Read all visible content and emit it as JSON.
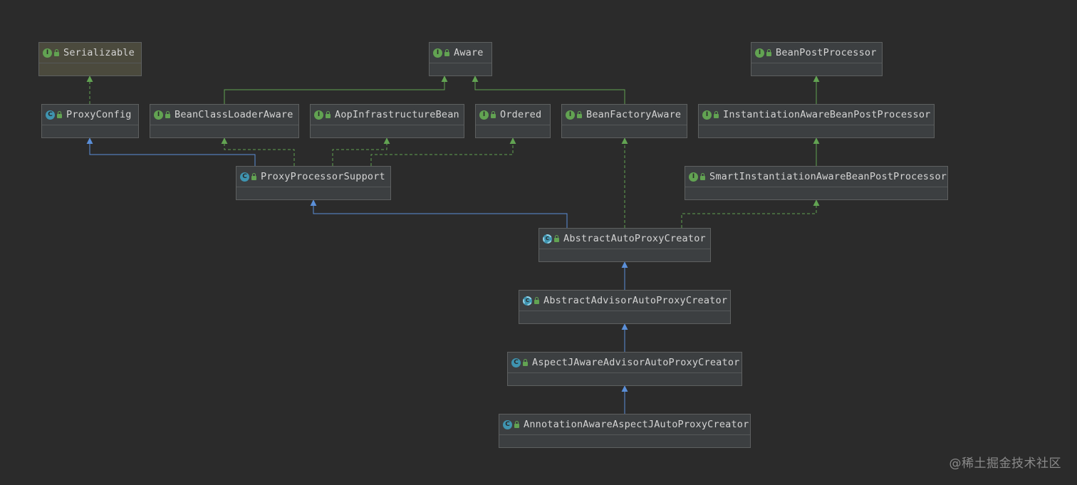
{
  "nodes": {
    "serializable": {
      "name": "Serializable",
      "kind": "interface"
    },
    "aware": {
      "name": "Aware",
      "kind": "interface"
    },
    "bean_post_processor": {
      "name": "BeanPostProcessor",
      "kind": "interface"
    },
    "proxy_config": {
      "name": "ProxyConfig",
      "kind": "class"
    },
    "bean_class_loader_aware": {
      "name": "BeanClassLoaderAware",
      "kind": "interface"
    },
    "aop_infrastructure_bean": {
      "name": "AopInfrastructureBean",
      "kind": "interface"
    },
    "ordered": {
      "name": "Ordered",
      "kind": "interface"
    },
    "bean_factory_aware": {
      "name": "BeanFactoryAware",
      "kind": "interface"
    },
    "instantiation_aware_bpp": {
      "name": "InstantiationAwareBeanPostProcessor",
      "kind": "interface"
    },
    "proxy_processor_support": {
      "name": "ProxyProcessorSupport",
      "kind": "class"
    },
    "smart_instantiation_aware_bpp": {
      "name": "SmartInstantiationAwareBeanPostProcessor",
      "kind": "interface"
    },
    "abstract_auto_proxy_creator": {
      "name": "AbstractAutoProxyCreator",
      "kind": "abstract"
    },
    "abstract_advisor_auto_proxy_creator": {
      "name": "AbstractAdvisorAutoProxyCreator",
      "kind": "abstract"
    },
    "aspectj_aware_advisor_auto_proxy_creator": {
      "name": "AspectJAwareAdvisorAutoProxyCreator",
      "kind": "class"
    },
    "annotation_aware_aspectj_auto_proxy_creator": {
      "name": "AnnotationAwareAspectJAutoProxyCreator",
      "kind": "class"
    }
  },
  "relations": [
    {
      "from": "proxy_config",
      "to": "serializable",
      "type": "implements"
    },
    {
      "from": "bean_class_loader_aware",
      "to": "aware",
      "type": "extends-interface"
    },
    {
      "from": "bean_factory_aware",
      "to": "aware",
      "type": "extends-interface"
    },
    {
      "from": "instantiation_aware_bpp",
      "to": "bean_post_processor",
      "type": "extends-interface"
    },
    {
      "from": "smart_instantiation_aware_bpp",
      "to": "instantiation_aware_bpp",
      "type": "extends-interface"
    },
    {
      "from": "proxy_processor_support",
      "to": "proxy_config",
      "type": "extends"
    },
    {
      "from": "proxy_processor_support",
      "to": "bean_class_loader_aware",
      "type": "implements"
    },
    {
      "from": "proxy_processor_support",
      "to": "aop_infrastructure_bean",
      "type": "implements"
    },
    {
      "from": "proxy_processor_support",
      "to": "ordered",
      "type": "implements"
    },
    {
      "from": "abstract_auto_proxy_creator",
      "to": "proxy_processor_support",
      "type": "extends"
    },
    {
      "from": "abstract_auto_proxy_creator",
      "to": "bean_factory_aware",
      "type": "implements"
    },
    {
      "from": "abstract_auto_proxy_creator",
      "to": "smart_instantiation_aware_bpp",
      "type": "implements"
    },
    {
      "from": "abstract_advisor_auto_proxy_creator",
      "to": "abstract_auto_proxy_creator",
      "type": "extends"
    },
    {
      "from": "aspectj_aware_advisor_auto_proxy_creator",
      "to": "abstract_advisor_auto_proxy_creator",
      "type": "extends"
    },
    {
      "from": "annotation_aware_aspectj_auto_proxy_creator",
      "to": "aspectj_aware_advisor_auto_proxy_creator",
      "type": "extends"
    }
  ],
  "colors": {
    "background": "#2b2b2b",
    "node_fill": "#3c3f41",
    "node_border": "#5e6060",
    "extends_edge": "#5b8fd8",
    "implements_edge": "#62a352",
    "interface_icon": "#62a352",
    "class_icon": "#3f94b0"
  },
  "watermark": "@稀土掘金技术社区"
}
